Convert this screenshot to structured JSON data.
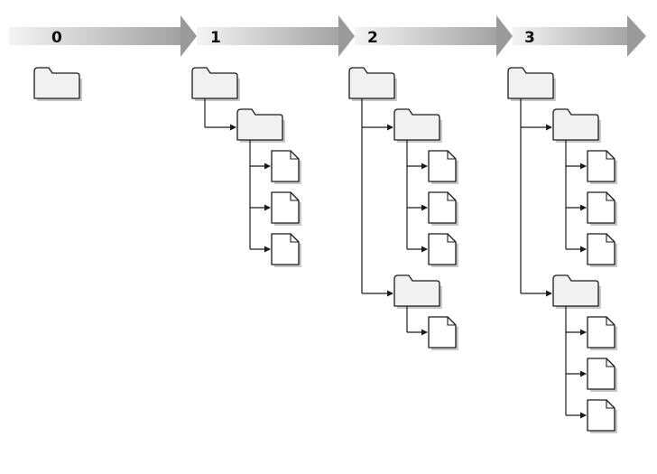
{
  "timeline": {
    "revisions": [
      {
        "label": "0"
      },
      {
        "label": "1"
      },
      {
        "label": "2"
      },
      {
        "label": "3"
      }
    ]
  },
  "colors": {
    "arrow_dark": "#9a9a9a",
    "arrow_light": "#f4f4f4",
    "folder_fill": "#f1f1f1",
    "file_fill": "#ffffff",
    "stroke": "#1a1a1a",
    "shadow": "#c8c8c8"
  },
  "icons": {
    "directory": "folder-icon",
    "file": "file-icon"
  },
  "trees": [
    {
      "revision": "0",
      "root": {
        "type": "directory",
        "children": []
      }
    },
    {
      "revision": "1",
      "root": {
        "type": "directory",
        "children": [
          {
            "type": "directory",
            "children": [
              {
                "type": "file"
              },
              {
                "type": "file"
              },
              {
                "type": "file"
              }
            ]
          }
        ]
      }
    },
    {
      "revision": "2",
      "root": {
        "type": "directory",
        "children": [
          {
            "type": "directory",
            "children": [
              {
                "type": "file"
              },
              {
                "type": "file"
              },
              {
                "type": "file"
              }
            ]
          },
          {
            "type": "directory",
            "children": [
              {
                "type": "file"
              }
            ]
          }
        ]
      }
    },
    {
      "revision": "3",
      "root": {
        "type": "directory",
        "children": [
          {
            "type": "directory",
            "children": [
              {
                "type": "file"
              },
              {
                "type": "file"
              },
              {
                "type": "file"
              }
            ]
          },
          {
            "type": "directory",
            "children": [
              {
                "type": "file"
              },
              {
                "type": "file"
              },
              {
                "type": "file"
              }
            ]
          }
        ]
      }
    }
  ]
}
